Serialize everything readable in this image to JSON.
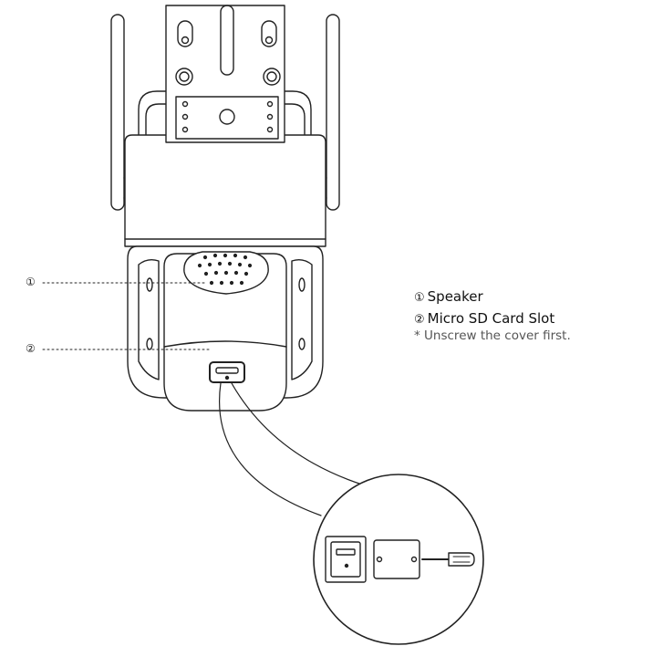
{
  "callouts": {
    "speaker_marker": "①",
    "sd_marker": "②"
  },
  "legend": {
    "items": [
      {
        "marker": "①",
        "label": "Speaker"
      },
      {
        "marker": "②",
        "label": "Micro SD Card Slot"
      }
    ],
    "note": "* Unscrew the cover first."
  }
}
